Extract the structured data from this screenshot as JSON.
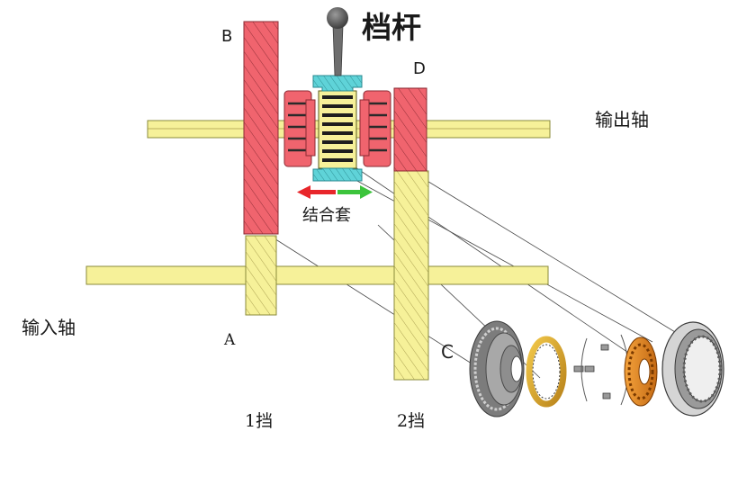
{
  "labels": {
    "shift_lever": "档杆",
    "output_shaft": "输出轴",
    "input_shaft": "输入轴",
    "sleeve": "结合套",
    "gear_b": "B",
    "gear_d": "D",
    "gear_a": "A",
    "gear_c": "C",
    "gear_1": "1挡",
    "gear_2": "2挡"
  },
  "colors": {
    "shaft_yellow": "#f6f199",
    "shaft_stroke": "#8a8a3a",
    "gear_red": "#f0646e",
    "gear_red_dark": "#c9434f",
    "sleeve_cyan": "#5fd3d8",
    "lever_gray": "#6e6e6e",
    "arrow_red": "#e8262b",
    "arrow_green": "#3cc43c",
    "synchro_orange": "#e88a2a",
    "synchro_gold": "#d8a020",
    "gear_gray": "#8a8a8a"
  },
  "icons": {
    "lever": "shift-lever-icon",
    "left_arrow": "arrow-left-icon",
    "right_arrow": "arrow-right-icon",
    "synchronizer": "synchronizer-exploded-icon"
  }
}
